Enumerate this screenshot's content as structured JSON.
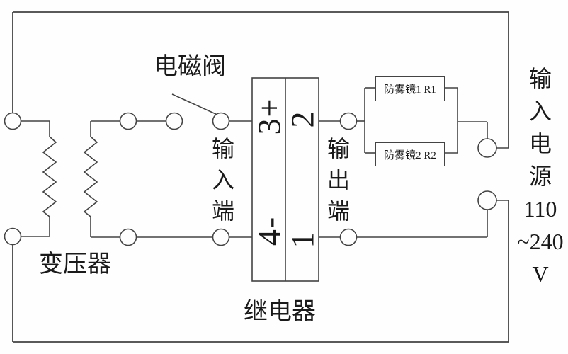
{
  "diagram": {
    "title_semantics": "anti-fog mirror relay wiring diagram",
    "solenoid_valve_label": "电磁阀",
    "transformer_label": "变压器",
    "relay_label": "继电器",
    "input_terminal_label": "输入端",
    "output_terminal_label": "输出端",
    "relay_terminals": {
      "t3": "3+",
      "t2": "2",
      "t4": "4-",
      "t1": "1"
    },
    "mirror1_label": "防雾镜1 R1",
    "mirror2_label": "防雾镜2 R2",
    "power_label_lines": [
      "输",
      "入",
      "电",
      "源",
      "110",
      "~240",
      "V"
    ],
    "colors": {
      "wire": "#434343",
      "text": "#1a1a1a",
      "background": "#fefefe"
    }
  }
}
